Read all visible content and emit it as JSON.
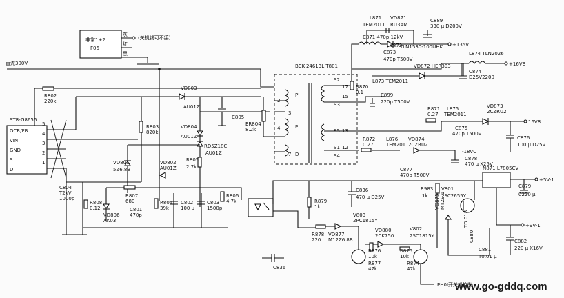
{
  "labels": {
    "dc300": "直流300V",
    "fuse_line1": "非常1+2",
    "fuse_line2": "F06",
    "grey": "灰",
    "red": "红",
    "black": "黑",
    "note": "(关机钱可不接)",
    "ic": "STR-G8656",
    "ic_pins": [
      "OCR/FB",
      "VIN",
      "GND",
      "S",
      "D"
    ],
    "ic_pin_nums": [
      "5",
      "4",
      "3",
      "2",
      "1"
    ],
    "trafo": "BCK-24613L T801",
    "trafo_pins": [
      "2",
      "3",
      "4",
      "7",
      "P'",
      "P",
      "D"
    ],
    "trafo_sec": [
      "S2",
      "17",
      "15",
      "S3",
      "13",
      "S5",
      "S1",
      "12",
      "S4"
    ],
    "out_135": "+135V",
    "out_16vb": "+16VB",
    "out_16vr": "16VR",
    "out_m18": "-18VC",
    "out_5v1": "+5V-1",
    "out_9v1": "+9V-1",
    "standby": "PH0I开关机控制",
    "url": "www.go-gddq.com"
  },
  "components": {
    "R802": [
      "R802",
      "220k"
    ],
    "VD803": [
      "VD803",
      "AU01Z"
    ],
    "C805": "C805",
    "R803": [
      "R803",
      "820k"
    ],
    "VD804": [
      "VD804",
      "AU01Z"
    ],
    "RD5": [
      "RD5Z18C",
      "AU01Z"
    ],
    "VD801": [
      "VD801",
      "5Z6.8B"
    ],
    "VD802": [
      "VD802",
      "AU01Z"
    ],
    "R805": [
      "R805",
      "2.7k"
    ],
    "ER804": [
      "ER804",
      "8.2k"
    ],
    "C804": [
      "C804",
      "T2kV",
      "1000p"
    ],
    "R808": [
      "R808",
      "0.12"
    ],
    "VD806": [
      "VD806",
      "AK03"
    ],
    "R807": [
      "R807",
      "680"
    ],
    "C801": [
      "C801",
      "470p"
    ],
    "R801": [
      "R801",
      "39k"
    ],
    "C802": [
      "C802",
      "100 μ"
    ],
    "C803": [
      "C803",
      "1500p"
    ],
    "R806": [
      "R806",
      "4.7k"
    ],
    "L871": [
      "L871",
      "TEM2011"
    ],
    "VD871": [
      "VD871",
      "RU3AM"
    ],
    "C889": [
      "C889",
      "330 μ D200V"
    ],
    "C871": [
      "C871  470p  12kV"
    ],
    "TLN": "TLN1530-100UHK",
    "L872": "L872",
    "C873": [
      "C873",
      "470p  T500V"
    ],
    "L874": [
      "L874  TLN2026"
    ],
    "VD872": [
      "VD872  HER303"
    ],
    "C874": [
      "C874",
      "D25V2200"
    ],
    "R870": [
      "R870",
      "0.1"
    ],
    "L873": [
      "L873  TEM2011"
    ],
    "C899": [
      "C899",
      "220p  T500V"
    ],
    "R871": [
      "R871",
      "0.27"
    ],
    "L875": [
      "L875",
      "TEM2011"
    ],
    "VD873": [
      "VD873",
      "2CZRU2"
    ],
    "C875": [
      "C875",
      "470p  T500V"
    ],
    "C876": [
      "C876",
      "100 μ D25V"
    ],
    "R872": [
      "R872",
      "0.27"
    ],
    "L876": [
      "L876",
      "TEM2011"
    ],
    "VD874": [
      "VD874",
      "2CZRU2"
    ],
    "C878": [
      "C878",
      "470 μ X25V"
    ],
    "C877": [
      "C877",
      "470p  T500V"
    ],
    "N871": [
      "N871  L7805CV"
    ],
    "C879": [
      "C879",
      "0220 μ"
    ],
    "C836": [
      "C836",
      "470 μ D25V"
    ],
    "R879": [
      "R879",
      "1k"
    ],
    "R983": [
      "R983",
      "1k"
    ],
    "V801": [
      "V801",
      "2SC2655Y"
    ],
    "V803": [
      "V803",
      "2PC1815Y"
    ],
    "R878": [
      "R878",
      "220"
    ],
    "VD877": [
      "VD877",
      "M12Z6.8B"
    ],
    "VD880": [
      "VD880",
      "2CK750"
    ],
    "V802": [
      "V802",
      "2SC1815Y"
    ],
    "VD875": [
      "VD875",
      "MTZ9.1"
    ],
    "TD018": "TD.018",
    "C880": "C880",
    "C881": [
      "C881",
      "T0.01 μ"
    ],
    "C882": [
      "C882",
      "220 μ X16V"
    ],
    "R876": [
      "R876",
      "10k"
    ],
    "R877": [
      "R877",
      "47k"
    ],
    "R875": [
      "R875",
      "10k"
    ],
    "R874": [
      "R874",
      "47k"
    ],
    "C836b": "C836"
  }
}
